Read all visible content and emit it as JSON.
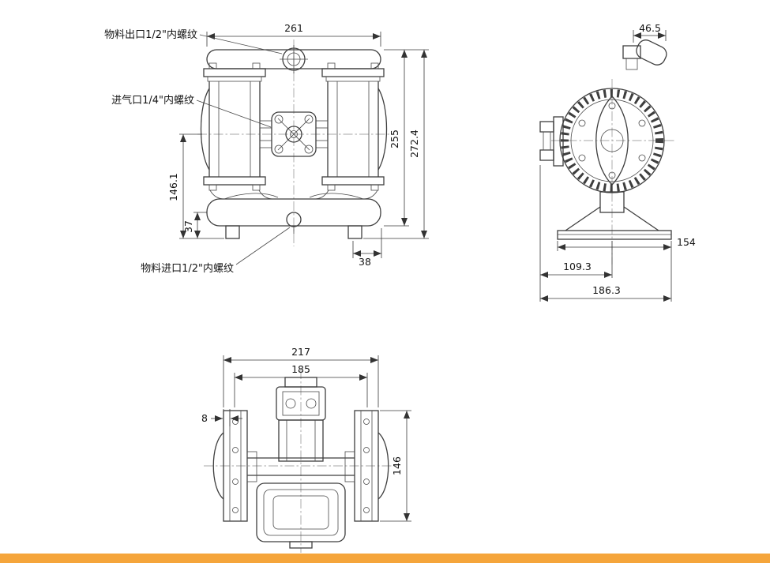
{
  "page": {
    "footer_color": "#f5a53b"
  },
  "front_view": {
    "labels": {
      "outlet": "物料出口1/2\"内螺纹",
      "air_inlet": "进气口1/4\"内螺纹",
      "inlet": "物料进口1/2\"内螺纹"
    },
    "dims": {
      "width": "261",
      "height_to_manifold": "255",
      "height_total": "272.4",
      "height_center": "146.1",
      "inlet_height": "37",
      "foot_width": "38"
    }
  },
  "side_view": {
    "dims": {
      "top_width": "46.5",
      "base_width": "154",
      "center_to_edge": "109.3",
      "overall_depth": "186.3"
    }
  },
  "bottom_view": {
    "dims": {
      "overall_width": "217",
      "flange_span": "185",
      "wall": "8",
      "depth": "146"
    }
  }
}
